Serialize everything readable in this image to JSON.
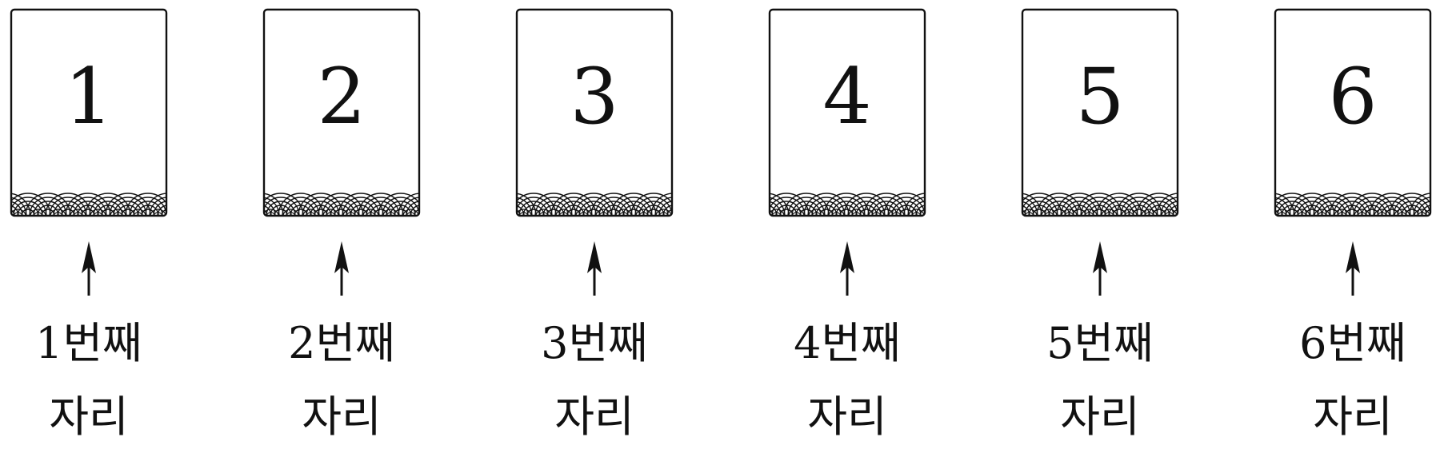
{
  "cards": [
    {
      "number": "1",
      "label_line1": "1번째",
      "label_line2": "자리"
    },
    {
      "number": "2",
      "label_line1": "2번째",
      "label_line2": "자리"
    },
    {
      "number": "3",
      "label_line1": "3번째",
      "label_line2": "자리"
    },
    {
      "number": "4",
      "label_line1": "4번째",
      "label_line2": "자리"
    },
    {
      "number": "5",
      "label_line1": "5번째",
      "label_line2": "자리"
    },
    {
      "number": "6",
      "label_line1": "6번째",
      "label_line2": "자리"
    }
  ],
  "colors": {
    "ink": "#111111",
    "background": "#ffffff"
  }
}
